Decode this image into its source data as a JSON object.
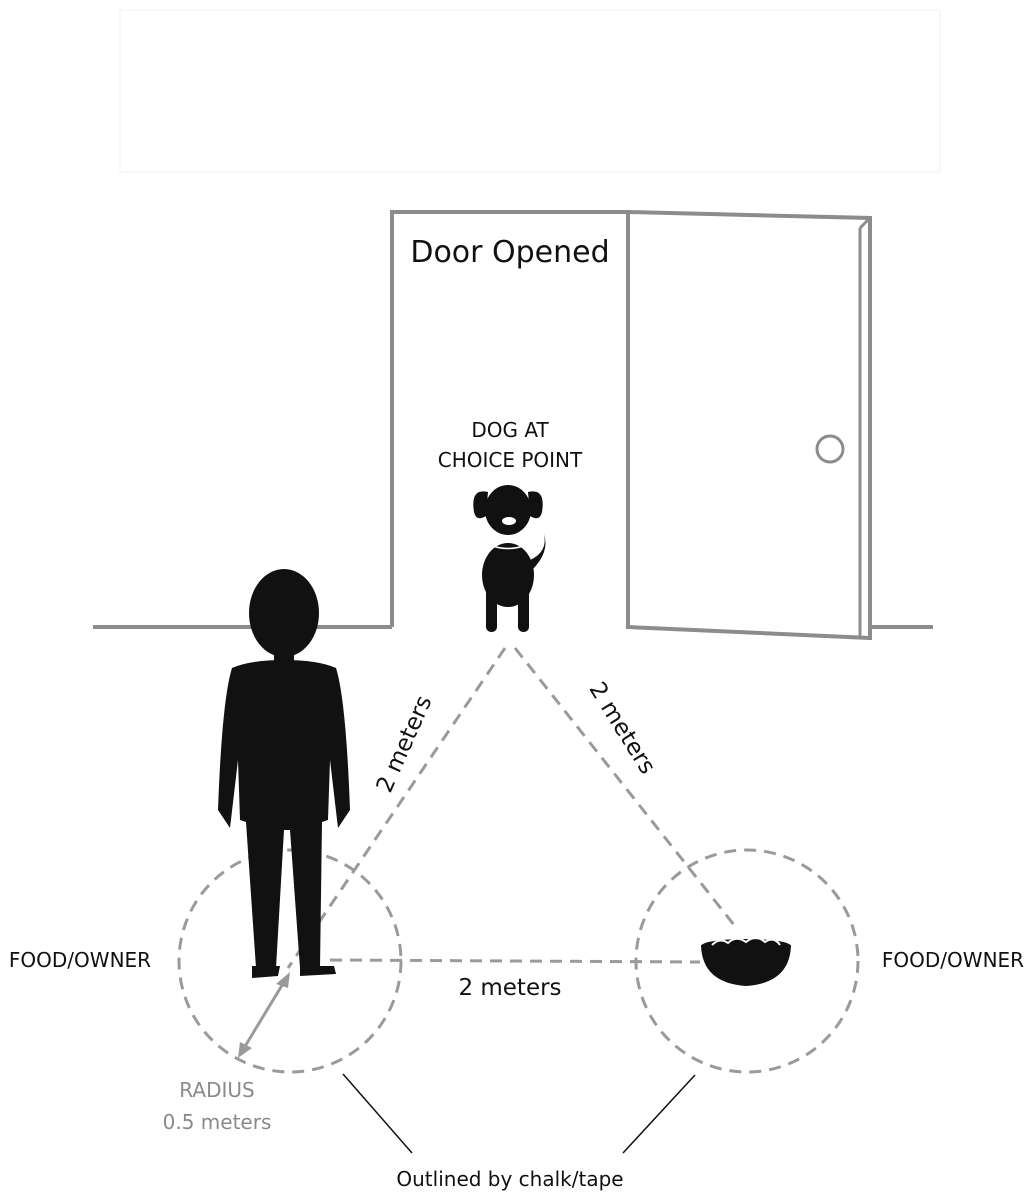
{
  "labels": {
    "door": "Door Opened",
    "dog_line1": "DOG AT",
    "dog_line2": "CHOICE POINT",
    "left_zone": "FOOD/OWNER",
    "right_zone": "FOOD/OWNER",
    "dist_left": "2 meters",
    "dist_right": "2 meters",
    "dist_bottom": "2 meters",
    "radius_line1": "RADIUS",
    "radius_line2": "0.5 meters",
    "outline_note": "Outlined by chalk/tape"
  },
  "colors": {
    "ink": "#111111",
    "dashed": "#9a9a9a",
    "structure": "#8c8c8c",
    "radius_text": "#8a8a8a"
  }
}
